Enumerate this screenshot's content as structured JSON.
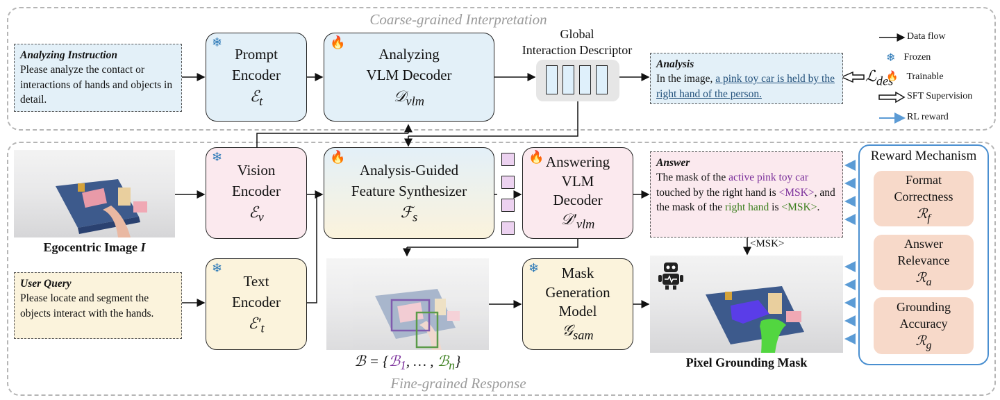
{
  "regions": {
    "coarse_title": "Coarse-grained Interpretation",
    "fine_title": "Fine-grained Response"
  },
  "analyzing_instruction": {
    "title": "Analyzing Instruction",
    "text": "Please analyze the contact or interactions of hands and objects in detail."
  },
  "user_query": {
    "title": "User Query",
    "text": "Please locate and segment the objects interact with the hands."
  },
  "modules": {
    "prompt_encoder": {
      "line1": "Prompt",
      "line2": "Encoder",
      "symbol": "ℰ",
      "sub": "t"
    },
    "analyzing_decoder": {
      "line1": "Analyzing",
      "line2": "VLM Decoder",
      "symbol": "𝒟",
      "sub": "vlm"
    },
    "vision_encoder": {
      "line1": "Vision",
      "line2": "Encoder",
      "symbol": "ℰ",
      "sub": "v"
    },
    "feature_synth": {
      "line1": "Analysis-Guided",
      "line2": "Feature Synthesizer",
      "symbol": "ℱ",
      "sub": "s"
    },
    "answering_decoder": {
      "line1": "Answering",
      "line2": "VLM",
      "line3": "Decoder",
      "symbol": "𝒟′",
      "sub": "vlm"
    },
    "text_encoder": {
      "line1": "Text",
      "line2": "Encoder",
      "symbol": "ℰ′",
      "sub": "t"
    },
    "mask_model": {
      "line1": "Mask",
      "line2": "Generation",
      "line3": "Model",
      "symbol": "𝒢",
      "sub": "sam"
    }
  },
  "descriptor": {
    "line1": "Global",
    "line2": "Interaction Descriptor"
  },
  "analysis": {
    "title": "Analysis",
    "text_plain": "In the image, ",
    "text_underlined": "a pink toy car is held by the right hand of the person."
  },
  "loss_label": {
    "symbol": "ℒ",
    "sub": "des"
  },
  "answer": {
    "title": "Answer",
    "p1": "The mask of the ",
    "p2": "active pink toy car",
    "p3": " touched by the right hand is ",
    "p4": "<MSK>",
    "p5": ", and the mask of the ",
    "p6": "right hand",
    "p7": " is ",
    "p8": "<MSK>",
    "p9": "."
  },
  "msk_label": "<MSK>",
  "egocentric_caption": "Egocentric Image ",
  "egocentric_symbol": "I",
  "box_set": {
    "lhs": "ℬ = {",
    "b1": "ℬ",
    "b1_sub": "1",
    "mid": ", … , ",
    "bn": "ℬ",
    "bn_sub": "n",
    "rhs": "}"
  },
  "pixel_caption": "Pixel Grounding Mask",
  "reward": {
    "title": "Reward Mechanism",
    "items": [
      {
        "line1": "Format",
        "line2": "Correctness",
        "symbol": "ℛ",
        "sub": "f"
      },
      {
        "line1": "Answer",
        "line2": "Relevance",
        "symbol": "ℛ",
        "sub": "a"
      },
      {
        "line1": "Grounding",
        "line2": "Accuracy",
        "symbol": "ℛ",
        "sub": "g"
      }
    ]
  },
  "legend": {
    "data_flow": "Data flow",
    "frozen": "Frozen",
    "trainable": "Trainable",
    "sft": "SFT Supervision",
    "rl": "RL reward"
  },
  "icons": {
    "frozen": "snowflake-icon",
    "trainable": "flame-icon",
    "robot": "robot-icon"
  },
  "colors": {
    "frozen": "#2c79b7",
    "trainable": "#e3412a",
    "rl_arrow": "#5b9bd5",
    "purple_text": "#7a2e9a",
    "green_text": "#3b7f1d",
    "reward_box": "#f7d9c9"
  }
}
